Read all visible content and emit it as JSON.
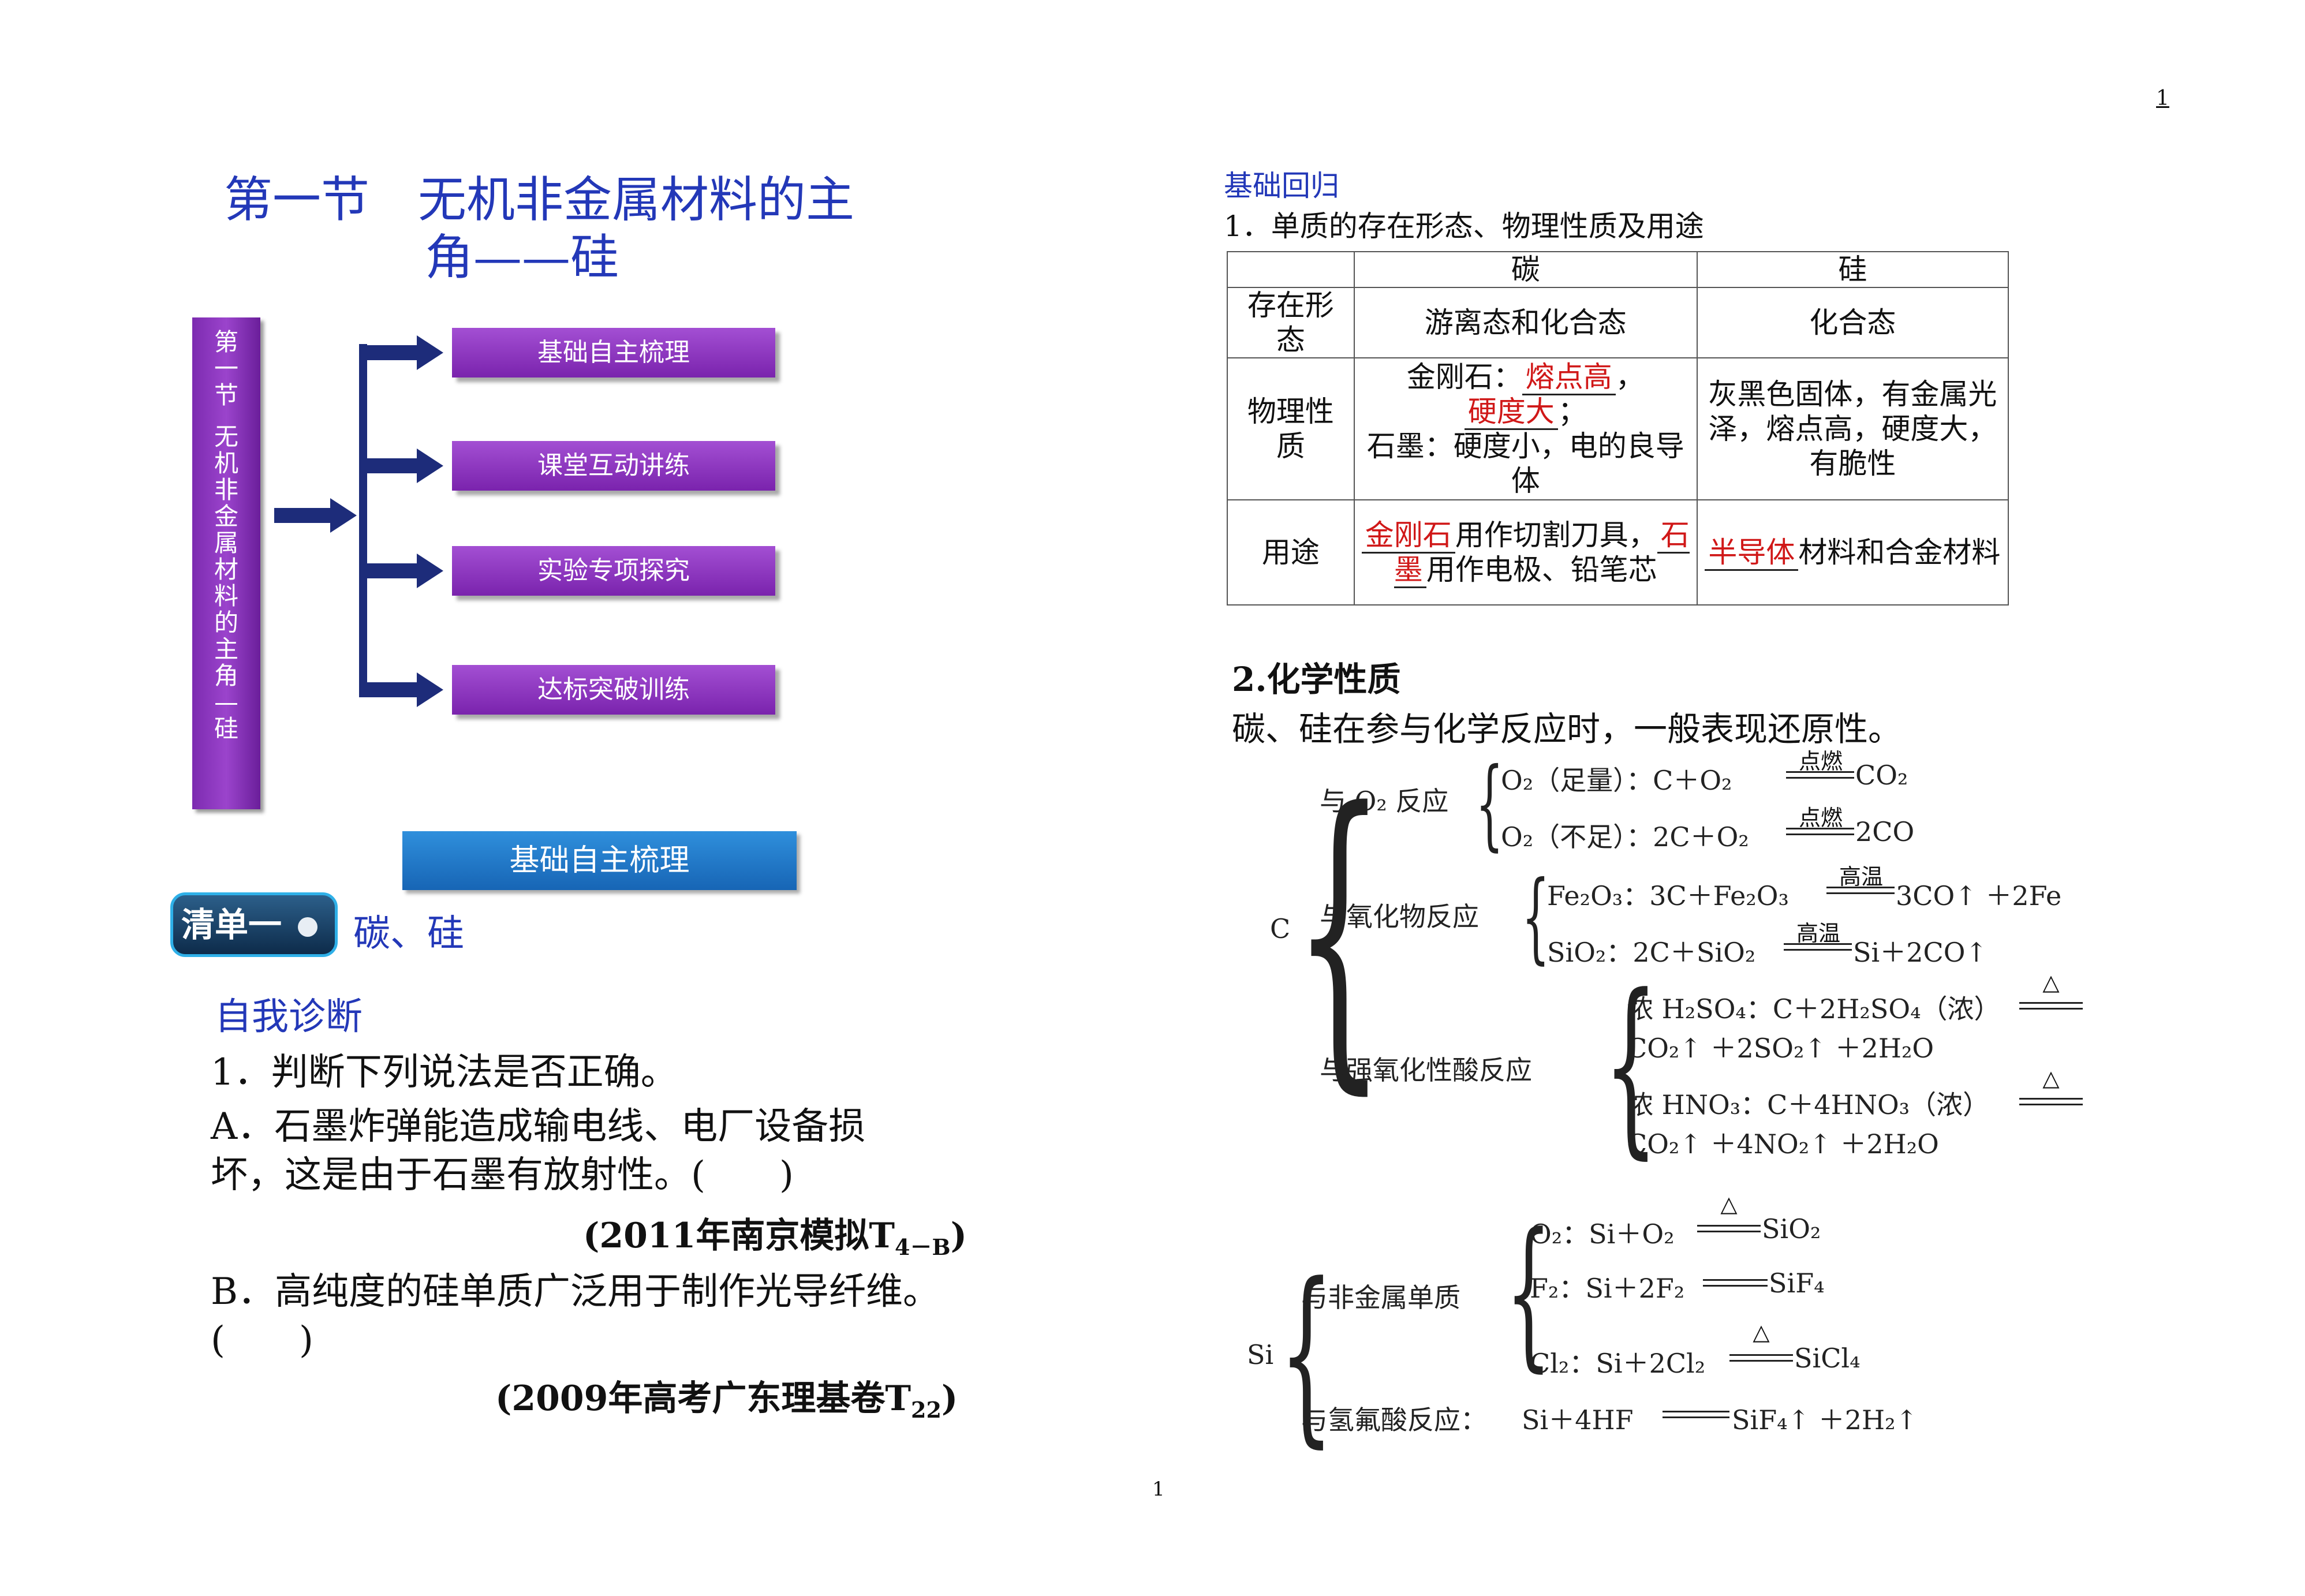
{
  "page_number_top": "1",
  "page_number_bottom": "1",
  "left": {
    "title_line1": "第一节　无机非金属材料的主",
    "title_line2": "角——硅",
    "diagram": {
      "vertical_label": [
        "第",
        "一",
        "节",
        "",
        "无",
        "机",
        "非",
        "金",
        "属",
        "材",
        "料",
        "的",
        "主",
        "角",
        "—",
        "硅"
      ],
      "buttons": [
        "基础自主梳理",
        "课堂互动讲练",
        "实验专项探究",
        "达标突破训练"
      ]
    },
    "section_banner": "基础自主梳理",
    "list_badge": "清单一",
    "list_title": "碳、硅",
    "self_check": "自我诊断",
    "q1": "1．判断下列说法是否正确。",
    "qA_line1": "A．石墨炸弹能造成输电线、电厂设备损",
    "qA_line2": "坏，这是由于石墨有放射性。(　　)",
    "qA_src": "(2011年南京模拟T",
    "qA_src_sub": "4－B",
    "qB_line1": "B．高纯度的硅单质广泛用于制作光导纤维。",
    "qB_line2": "(　　)",
    "qB_src": "(2009年高考广东理基卷T",
    "qB_src_sub": "22",
    "close_paren": ")"
  },
  "right": {
    "heading": "基础回归",
    "sub1": "1．单质的存在形态、物理性质及用途",
    "table": {
      "head": [
        "碳",
        "硅"
      ],
      "rows": [
        {
          "label": "存在形态",
          "c": "游离态和化合态",
          "si": "化合态"
        },
        {
          "label": "物理性质",
          "c_pre1": "金刚石：",
          "c_red1": "熔点高",
          "c_mid": "，",
          "c_red2": "硬度大",
          "c_end": "；",
          "c_line2": "石墨：硬度小，电的良导体",
          "si": "灰黑色固体，有金属光泽，熔点高，硬度大，有脆性"
        },
        {
          "label": "用途",
          "c_red1": "金刚石",
          "c_t1": "用作切割刀具，",
          "c_red2": "石墨",
          "c_t2": "用作电极、铅笔芯",
          "si_red": "半导体",
          "si_t": "材料和合金材料"
        }
      ]
    },
    "sub2": "2.化学性质",
    "sub2_text": "碳、硅在参与化学反应时，一般表现还原性。",
    "carbon": {
      "root": "C",
      "o2_label": "与 O₂ 反应",
      "o2_r1": "O₂（足量）：C＋O₂",
      "o2_r1_cond": "点燃",
      "o2_r1_prod": "CO₂",
      "o2_r2": "O₂（不足）：2C＋O₂",
      "o2_r2_cond": "点燃",
      "o2_r2_prod": "2CO",
      "ox_label": "与氧化物反应",
      "ox_r1": "Fe₂O₃：3C＋Fe₂O₃",
      "ox_r1_cond": "高温",
      "ox_r1_prod": "3CO↑ ＋2Fe",
      "ox_r2": "SiO₂：2C＋SiO₂",
      "ox_r2_cond": "高温",
      "ox_r2_prod": "Si＋2CO↑",
      "acid_label": "与强氧化性酸反应",
      "acid_r1a": "浓 H₂SO₄：C＋2H₂SO₄（浓）",
      "acid_r1b": "CO₂↑ ＋2SO₂↑ ＋2H₂O",
      "acid_r2a": "浓 HNO₃：C＋4HNO₃（浓）",
      "acid_r2b": "CO₂↑ ＋4NO₂↑ ＋2H₂O",
      "heat": "△"
    },
    "silicon": {
      "root": "Si",
      "nm_label": "与非金属单质",
      "nm_r1": "O₂：Si＋O₂",
      "nm_r1_prod": "SiO₂",
      "nm_r2": "F₂：Si＋2F₂",
      "nm_r2_prod": "SiF₄",
      "nm_r3": "Cl₂：Si＋2Cl₂",
      "nm_r3_prod": "SiCl₄",
      "hf_label": "与氢氟酸反应：",
      "hf_r": "Si＋4HF",
      "hf_prod": "SiF₄↑ ＋2H₂↑",
      "heat": "△"
    }
  }
}
